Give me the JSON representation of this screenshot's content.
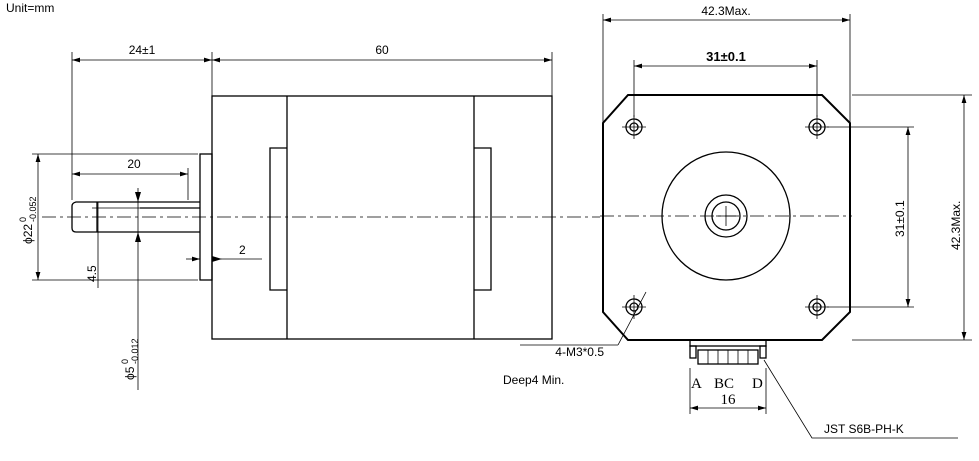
{
  "unit_label": "Unit=mm",
  "side_view": {
    "dim_shaft_length": "24±1",
    "dim_body_length": "60",
    "dim_flat_length": "20",
    "dim_boss_length": "2",
    "dim_flat_depth": "4.5",
    "dim_boss_dia_main": "ϕ22",
    "dim_boss_dia_sup": "0",
    "dim_boss_dia_sub": "-0.052",
    "dim_shaft_dia_main": "ϕ5",
    "dim_shaft_dia_sup": "0",
    "dim_shaft_dia_sub": "-0.012"
  },
  "front_view": {
    "dim_overall_width": "42.3Max.",
    "dim_hole_spacing_h": "31±0.1",
    "dim_hole_spacing_v": "31±0.1",
    "dim_overall_height": "42.3Max.",
    "thread_callout": "4-M3*0.5",
    "thread_depth": "Deep4 Min.",
    "connector_pins": [
      "A",
      "BC",
      "D"
    ],
    "connector_width": "16",
    "connector_callout": "JST S6B-PH-K"
  }
}
